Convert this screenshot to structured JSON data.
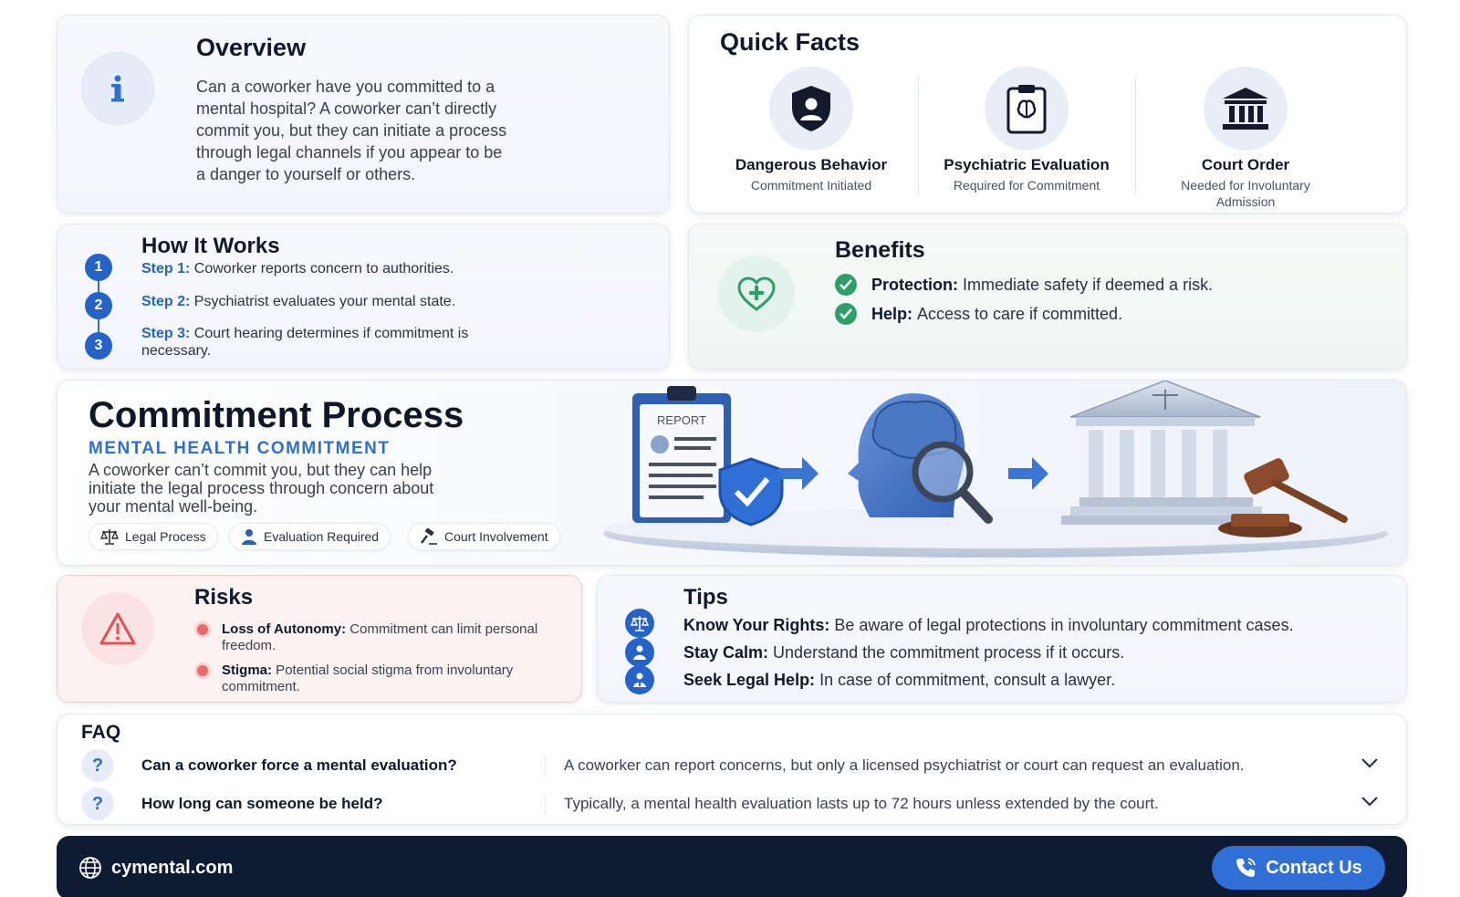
{
  "overview": {
    "title": "Overview",
    "text": "Can a coworker have you committed to a mental hospital? A coworker can’t directly commit you, but they can initiate a process through legal channels if you appear to be a danger to yourself or others."
  },
  "quick_facts": {
    "title": "Quick Facts",
    "items": [
      {
        "icon": "shield-person-icon",
        "title": "Dangerous Behavior",
        "subtitle": "Commitment Initiated"
      },
      {
        "icon": "clipboard-brain-icon",
        "title": "Psychiatric Evaluation",
        "subtitle": "Required for Commitment"
      },
      {
        "icon": "courthouse-icon",
        "title": "Court Order",
        "subtitle": "Needed for Involuntary Admission"
      }
    ]
  },
  "how_it_works": {
    "title": "How It Works",
    "steps": [
      {
        "num": "1",
        "label": "Step 1:",
        "text": " Coworker reports concern to authorities."
      },
      {
        "num": "2",
        "label": "Step 2:",
        "text": " Psychiatrist evaluates your mental state."
      },
      {
        "num": "3",
        "label": "Step 3:",
        "text": " Court hearing determines if commitment is necessary."
      }
    ]
  },
  "benefits": {
    "title": "Benefits",
    "items": [
      {
        "label": "Protection:",
        "text": "Immediate safety if deemed a risk."
      },
      {
        "label": "Help:",
        "text": "Access to care if committed."
      }
    ]
  },
  "process": {
    "title": "Commitment Process",
    "subtitle": "MENTAL HEALTH COMMITMENT",
    "description": "A coworker can’t commit you, but they can help initiate the legal process through concern about your mental well-being.",
    "pills": [
      {
        "icon": "scales-icon",
        "label": "Legal Process"
      },
      {
        "icon": "person-icon",
        "label": "Evaluation Required"
      },
      {
        "icon": "gavel-icon",
        "label": "Court Involvement"
      }
    ],
    "report_label": "REPORT"
  },
  "risks": {
    "title": "Risks",
    "items": [
      {
        "label": "Loss of Autonomy:",
        "text": " Commitment can limit personal freedom."
      },
      {
        "label": "Stigma:",
        "text": " Potential social stigma from involuntary commitment."
      }
    ]
  },
  "tips": {
    "title": "Tips",
    "items": [
      {
        "icon": "scales-icon",
        "label": "Know Your Rights:",
        "text": " Be aware of legal protections in involuntary commitment cases."
      },
      {
        "icon": "calm-person-icon",
        "label": "Stay Calm:",
        "text": " Understand the commitment process if it occurs."
      },
      {
        "icon": "lawyer-icon",
        "label": "Seek Legal Help:",
        "text": " In case of commitment, consult a lawyer."
      }
    ]
  },
  "faq": {
    "title": "FAQ",
    "items": [
      {
        "q": "Can a coworker force a mental evaluation?",
        "a": "A coworker can report concerns, but only a licensed psychiatrist or court can request an evaluation."
      },
      {
        "q": "How long can someone be held?",
        "a": "Typically, a mental health evaluation lasts up to 72 hours unless extended by the court."
      }
    ]
  },
  "footer": {
    "site": "cymental.com",
    "contact_label": "Contact Us"
  },
  "colors": {
    "accent": "#2563c9",
    "success": "#2e9e6a",
    "danger": "#ea6a6a",
    "footer_bg": "#0f1b33"
  }
}
